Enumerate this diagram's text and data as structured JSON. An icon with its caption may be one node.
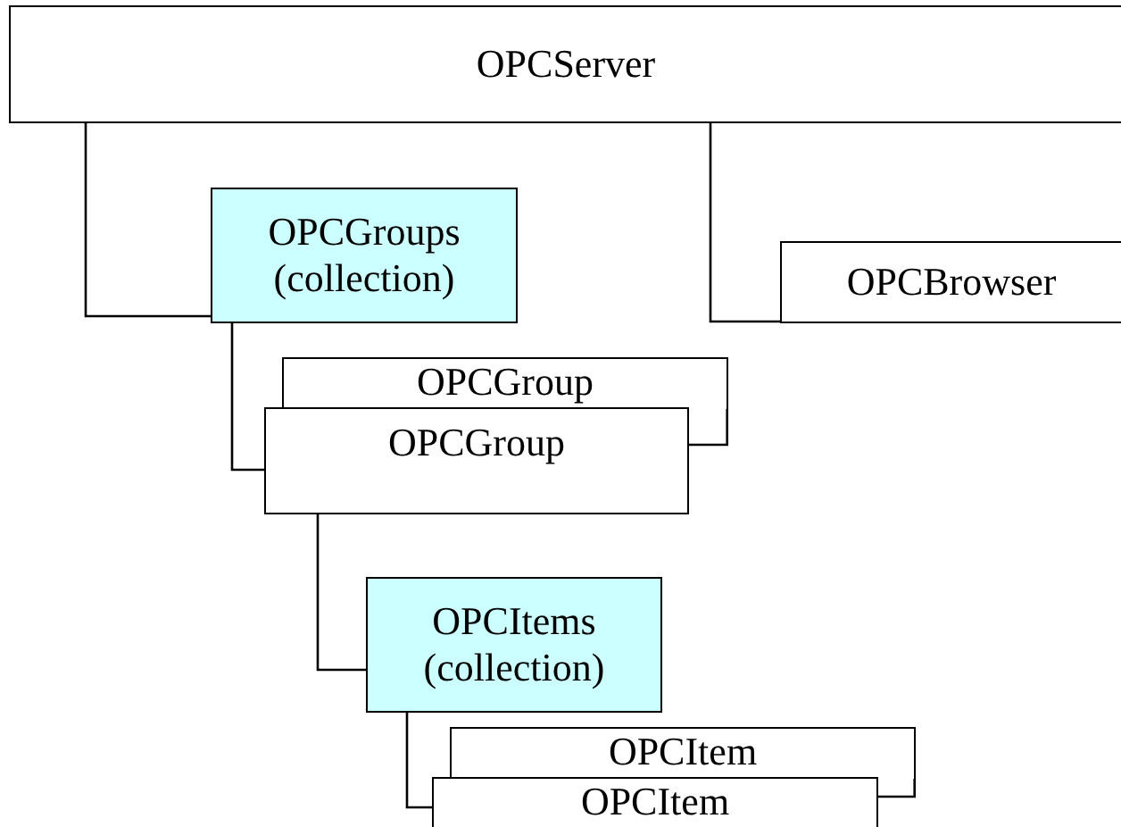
{
  "diagram": {
    "nodes": [
      {
        "text": [
          "OPCServer"
        ]
      },
      {
        "text": [
          "OPCGroups (collection)"
        ]
      },
      {
        "text": [
          "OPCBrowser"
        ]
      },
      {
        "text": [
          "OPCGroup"
        ]
      },
      {
        "text": [
          "OPCGroup"
        ]
      },
      {
        "text": [
          "OPCItems (collection)"
        ]
      },
      {
        "text": [
          "OPCItem"
        ]
      },
      {
        "text": [
          "OPCItem"
        ]
      }
    ],
    "edges": [
      {
        "from": 0,
        "to": 1,
        "arrow": "none"
      },
      {
        "from": 0,
        "to": 2,
        "arrow": "none"
      },
      {
        "from": 1,
        "to": 4,
        "arrow": "none"
      },
      {
        "from": 4,
        "to": 5,
        "arrow": "none"
      },
      {
        "from": 5,
        "to": 7,
        "arrow": "none"
      }
    ]
  }
}
